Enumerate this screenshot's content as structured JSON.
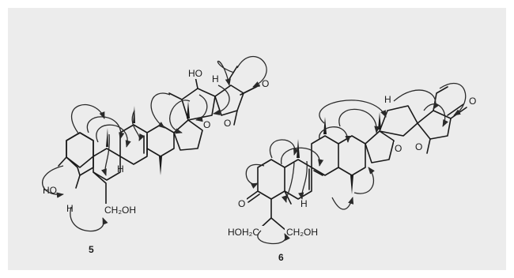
{
  "compounds": [
    {
      "number": "5",
      "labels": {
        "ho_top": "HO",
        "h_top": "H",
        "o_carbonyl": "O",
        "o_ring": "O",
        "o_spiro": "O",
        "h_mid": "H",
        "ho_left": "HO",
        "h_left": "H",
        "ch2oh": "CH₂OH"
      }
    },
    {
      "number": "6",
      "labels": {
        "h_top": "H",
        "o_carbonyl": "O",
        "o_ring": "O",
        "o_spiro": "O",
        "h_mid": "H",
        "o_ketone": "O",
        "hoh2c": "HOH₂C",
        "ch2oh": "CH₂OH"
      }
    }
  ],
  "colors": {
    "background": "#ececec",
    "ink": "#1a1a1a"
  }
}
